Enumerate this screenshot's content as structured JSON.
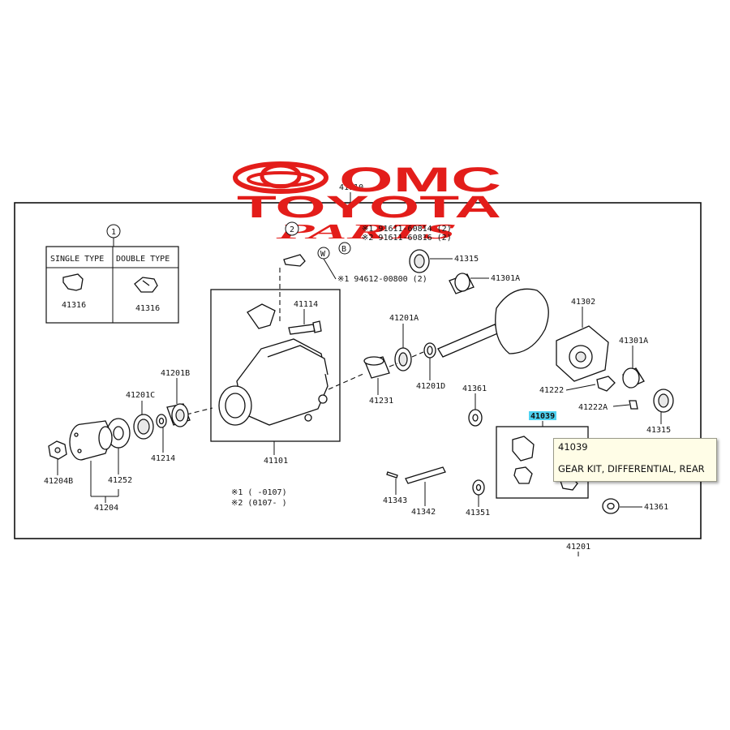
{
  "brand": {
    "line1": "OMC",
    "line2": "TOYOTA",
    "line3": "PARTS",
    "red": "#e31d1a"
  },
  "header_part": "41110",
  "legend_table": {
    "circle_number": "1",
    "columns": [
      "SINGLE TYPE",
      "DOUBLE TYPE"
    ],
    "parts": [
      "41316",
      "41316"
    ]
  },
  "markers": {
    "circle_two": "2",
    "circle_w": "W",
    "circle_b": "B",
    "bolt_ref1": "※1 91611-60814 (2)",
    "bolt_ref2": "※2 91611-60816 (2)",
    "nut_ref": "※1 94612-00800 (2)"
  },
  "parts": {
    "p41315_top": "41315",
    "p41301a_top": "41301A",
    "p41302": "41302",
    "p41301a_right": "41301A",
    "p41114": "41114",
    "p41201a": "41201A",
    "p41201b": "41201B",
    "p41201c": "41201C",
    "p41201d": "41201D",
    "p41231": "41231",
    "p41361_mid": "41361",
    "p41222": "41222",
    "p41222a": "41222A",
    "p41315_right": "41315",
    "p41039": "41039",
    "p41101": "41101",
    "p41214": "41214",
    "p41252": "41252",
    "p41204b": "41204B",
    "p41204": "41204",
    "p41343": "41343",
    "p41342": "41342",
    "p41351": "41351",
    "p41361_bottom": "41361",
    "p41201_bottom": "41201"
  },
  "footnotes": {
    "note1": "※1 (     -0107)",
    "note2": "※2 (0107-     )"
  },
  "tooltip": {
    "part_number": "41039",
    "description": "GEAR KIT, DIFFERENTIAL, REAR",
    "highlight_color": "#4fd3f2"
  }
}
